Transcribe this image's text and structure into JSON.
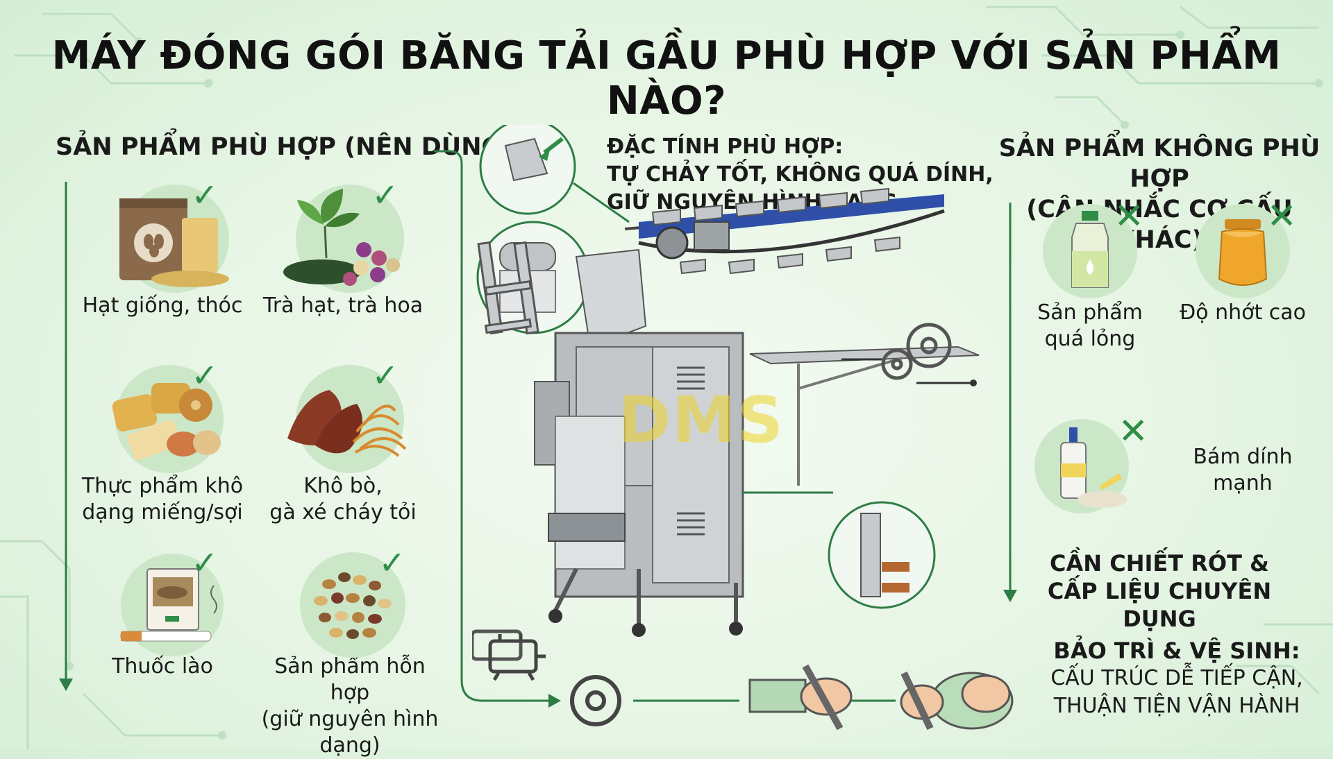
{
  "title": "MÁY ĐÓNG GÓI BĂNG TẢI GẦU PHÙ HỢP VỚI SẢN PHẨM NÀO?",
  "left_section": {
    "heading": "SẢN PHẨM PHÙ HỢP (NÊN DÙNG)",
    "check_symbol": "✓",
    "items": [
      {
        "icon": "seed-bag-icon",
        "label_lines": [
          "Hạt giống, thóc"
        ]
      },
      {
        "icon": "tea-leaf-flower-icon",
        "label_lines": [
          "Trà hạt, trà hoa"
        ]
      },
      {
        "icon": "dried-food-icon",
        "label_lines": [
          "Thực phẩm khô",
          "dạng miếng/sợi"
        ]
      },
      {
        "icon": "jerky-icon",
        "label_lines": [
          "Khô bò,",
          "gà xé cháy tỏi"
        ]
      },
      {
        "icon": "tobacco-icon",
        "label_lines": [
          "Thuốc lào"
        ]
      },
      {
        "icon": "mixed-nuts-icon",
        "label_lines": [
          "Sản phẩm hỗn hợp",
          "(giữ nguyên hình dạng)"
        ]
      }
    ]
  },
  "center": {
    "properties_lines": [
      "ĐẶC TÍNH PHÙ HỢP:",
      "TỰ CHẢY TỐT, KHÔNG QUÁ DÍNH,",
      "GIỮ NGUYÊN HÌNH DẠNG"
    ],
    "watermark": "DMS"
  },
  "right_section": {
    "heading_lines": [
      "SẢN PHẨM KHÔNG PHÙ HỢP",
      "(CÂN NHẮC CƠ CẤU KHÁC)"
    ],
    "cross_symbol": "✕",
    "items": [
      {
        "icon": "liquid-bottle-icon",
        "label_lines": [
          "Sản phẩm",
          "quá lỏng"
        ]
      },
      {
        "icon": "honey-jar-icon",
        "label_lines": [
          "Độ nhớt cao"
        ]
      },
      {
        "icon": "glue-bottle-icon",
        "label_lines": [
          "Bám dính",
          "mạnh"
        ]
      }
    ],
    "recommendation_lines": [
      "CẦN CHIẾT RÓT &",
      "CẤP LIỆU CHUYÊN DỤNG"
    ]
  },
  "maintenance": {
    "title": "BẢO TRÌ & VỆ SINH:",
    "lines": [
      "CẤU TRÚC DỄ TIẾP CẬN,",
      "THUẬN TIỆN VẬN HÀNH"
    ]
  },
  "colors": {
    "accent_green": "#2f8d48",
    "line_green": "#2d7d45",
    "disc_green": "#cbe7c8",
    "machine_steel": "#b7bbbd",
    "conveyor_blue": "#2f4fa8"
  }
}
